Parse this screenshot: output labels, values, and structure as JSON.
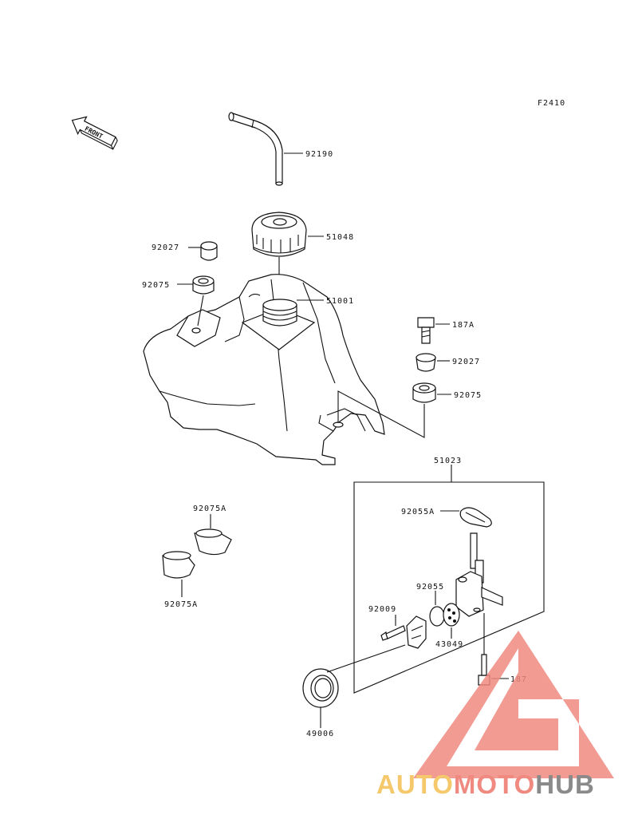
{
  "figure_code": "F2410",
  "front_label": "FRONT",
  "parts": {
    "hose": "92190",
    "cap": "51048",
    "tank": "51001",
    "collar_left": "92027",
    "grommet_left": "92075",
    "bolt_right": "187A",
    "collar_right": "92027",
    "grommet_right": "92075",
    "cock_assy": "51023",
    "gasket": "92055A",
    "bolt_cock": "92009",
    "oring": "92055",
    "filter": "43049",
    "bolt_small": "187",
    "damper_top": "92075A",
    "damper_bottom": "92075A",
    "cup": "49006"
  },
  "watermark": {
    "part1": "AUTO",
    "part2": "MOTO",
    "part3": "HUB",
    "color_yellow": "#f5c96b",
    "color_red": "#f08a80",
    "color_gray": "#8a8a8a"
  }
}
